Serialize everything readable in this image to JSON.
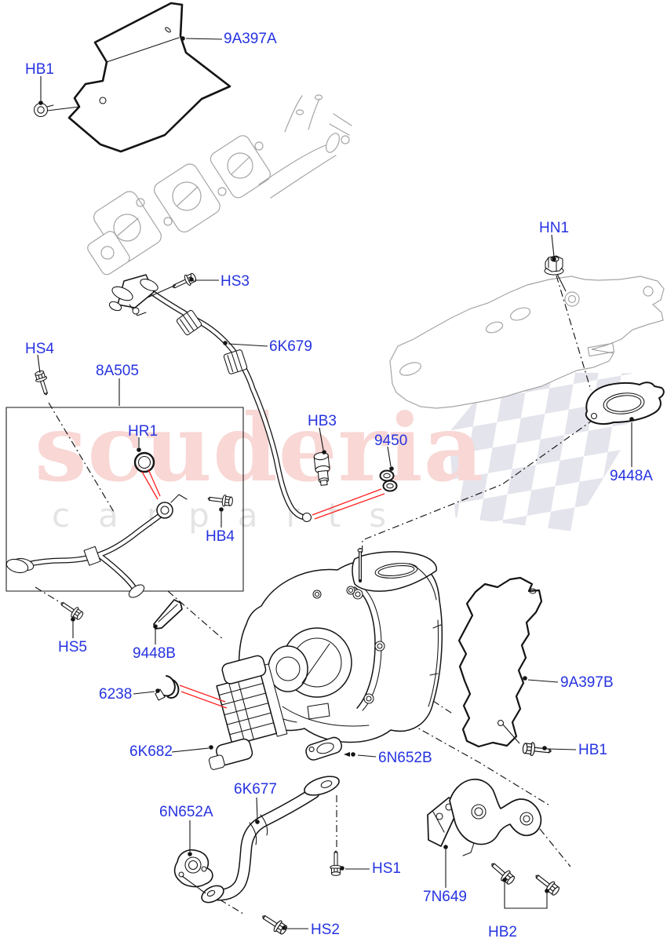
{
  "watermark": {
    "line1": "scuderia",
    "line2": "carparts"
  },
  "colors": {
    "label": "#2633E0",
    "red": "#FF2020",
    "line": "#141414",
    "gray": "#A5A5A5",
    "wm_pink": "#F8D7D5",
    "wm_gray": "#E4E4E4",
    "flag": "#E4E4EC"
  },
  "labels": [
    {
      "id": "9A397A",
      "text": "9A397A"
    },
    {
      "id": "HB1-top",
      "text": "HB1"
    },
    {
      "id": "HS3",
      "text": "HS3"
    },
    {
      "id": "6K679",
      "text": "6K679"
    },
    {
      "id": "HS4",
      "text": "HS4"
    },
    {
      "id": "8A505",
      "text": "8A505"
    },
    {
      "id": "HR1",
      "text": "HR1"
    },
    {
      "id": "HB3",
      "text": "HB3"
    },
    {
      "id": "9450",
      "text": "9450"
    },
    {
      "id": "HB4",
      "text": "HB4"
    },
    {
      "id": "HN1",
      "text": "HN1"
    },
    {
      "id": "9448A",
      "text": "9448A"
    },
    {
      "id": "HS5",
      "text": "HS5"
    },
    {
      "id": "9448B",
      "text": "9448B"
    },
    {
      "id": "6238",
      "text": "6238"
    },
    {
      "id": "6K682",
      "text": "6K682"
    },
    {
      "id": "6N652B",
      "text": "6N652B"
    },
    {
      "id": "HB1-right",
      "text": "HB1"
    },
    {
      "id": "9A397B",
      "text": "9A397B"
    },
    {
      "id": "6K677",
      "text": "6K677"
    },
    {
      "id": "6N652A",
      "text": "6N652A"
    },
    {
      "id": "HS1",
      "text": "HS1"
    },
    {
      "id": "7N649",
      "text": "7N649"
    },
    {
      "id": "HB2",
      "text": "HB2"
    },
    {
      "id": "HS2",
      "text": "HS2"
    }
  ]
}
